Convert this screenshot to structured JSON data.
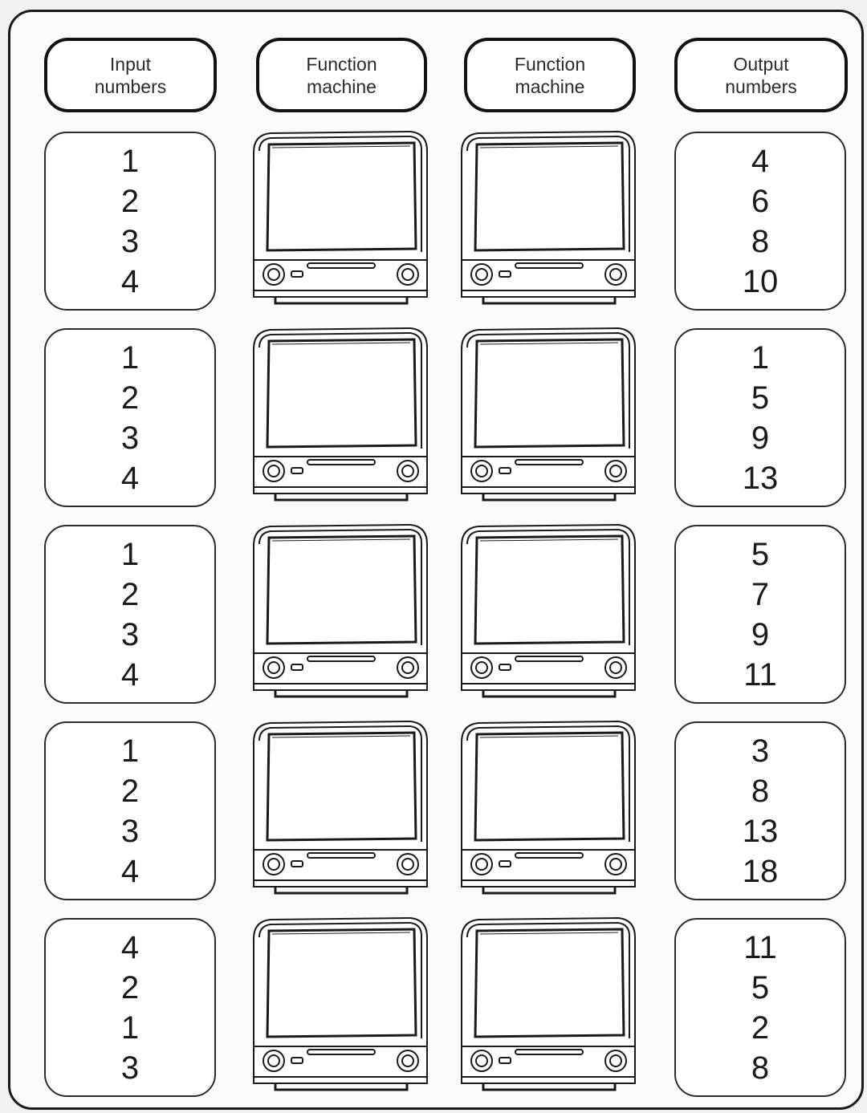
{
  "headers": {
    "input": [
      "Input",
      "numbers"
    ],
    "machine_1": [
      "Function",
      "machine"
    ],
    "machine_2": [
      "Function",
      "machine"
    ],
    "output": [
      "Output",
      "numbers"
    ]
  },
  "rows": [
    {
      "inputs": [
        "1",
        "2",
        "3",
        "4"
      ],
      "outputs": [
        "4",
        "6",
        "8",
        "10"
      ]
    },
    {
      "inputs": [
        "1",
        "2",
        "3",
        "4"
      ],
      "outputs": [
        "1",
        "5",
        "9",
        "13"
      ]
    },
    {
      "inputs": [
        "1",
        "2",
        "3",
        "4"
      ],
      "outputs": [
        "5",
        "7",
        "9",
        "11"
      ]
    },
    {
      "inputs": [
        "1",
        "2",
        "3",
        "4"
      ],
      "outputs": [
        "3",
        "8",
        "13",
        "18"
      ]
    },
    {
      "inputs": [
        "4",
        "2",
        "1",
        "3"
      ],
      "outputs": [
        "11",
        "5",
        "2",
        "8"
      ]
    }
  ],
  "machine_icon": "computer-monitor-icon",
  "colors": {
    "outline": "#1a1a1a",
    "paper": "#fbfbfb"
  }
}
